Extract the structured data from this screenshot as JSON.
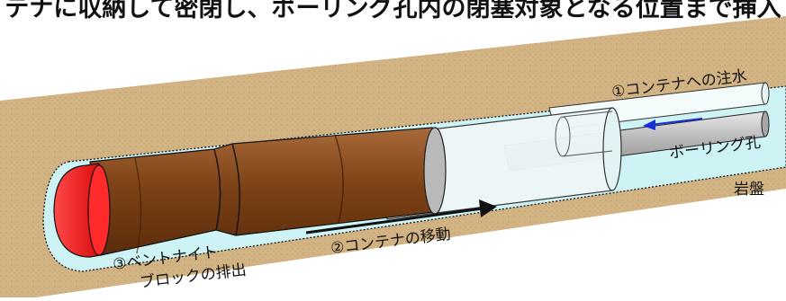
{
  "caption_partial": "テナに収納して密閉し、ボーリング孔内の閉塞対象となる位置まで挿入",
  "labels": {
    "water_injection": "①コンテナへの注水",
    "borehole": "ボーリング孔",
    "bedrock": "岩盤",
    "container_move": "②コンテナの移動",
    "bentonite_line1": "③ベントナイト",
    "bentonite_line2": "ブロックの排出"
  },
  "colors": {
    "rock": "#d2b383",
    "water": "#cdf3f5",
    "bentonite": "#8a4a1f",
    "cap": "#ff1f1f",
    "container": "#eef7f8",
    "pipe": "#c8c8c8",
    "arrow_blue": "#1a2fd8",
    "arrow_black": "#111111"
  }
}
